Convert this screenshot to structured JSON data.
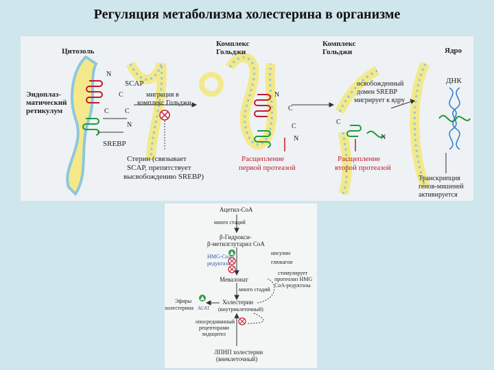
{
  "title": "Регуляция метаболизма холестерина в организме",
  "top_diagram": {
    "regions": {
      "cytosol": "Цитозоль",
      "golgi_1": [
        "Комплекс",
        "Гольджи"
      ],
      "golgi_2": [
        "Комплекс",
        "Гольджи"
      ],
      "nucleus": "Ядро"
    },
    "er_label": [
      "Эндоплаз-",
      "матический",
      "ретикулум"
    ],
    "scap": "SCAP",
    "srebp": "SREBP",
    "dna": "ДНК",
    "n": "N",
    "c": "C",
    "migration": [
      "миграция в",
      "комплекс Гольджи"
    ],
    "sterol_note": [
      "Стерин (связывает",
      "SCAP, препятствует",
      "высвобождению SREBP)"
    ],
    "protease1": [
      "Расщепление",
      "первой протеазой"
    ],
    "protease2": [
      "Расщепление",
      "второй протеазой"
    ],
    "release": [
      "освобожденный",
      "домен SREBP",
      "мигрирует к ядру"
    ],
    "transcription": [
      "Транскрипция",
      "генов-мишеней",
      "активируется"
    ]
  },
  "bottom_diagram": {
    "acetyl": "Ацетил-CoA",
    "steps1": "много стадий",
    "hmg": [
      "β-Гидрокси-",
      "β-метилглутарил CoA"
    ],
    "reductase": [
      "HMG-CoA-",
      "редуктаза"
    ],
    "insulin": "инсулин",
    "glucagon": "глюкагон",
    "stimulates": [
      "стимулирует",
      "протеолиз HMG",
      "CoA-редуктазы"
    ],
    "mevalonate": "Мевалонат",
    "steps2": "много стадий",
    "esters": [
      "Эфиры",
      "холестерина"
    ],
    "acat": "АСАТ",
    "cholesterol": [
      "Холестерин",
      "(внутриклеточный)"
    ],
    "receptors": [
      "опосредованный",
      "рецепторами",
      "эндоцитоз"
    ],
    "ldl": [
      "ЛПНП холестерин",
      "(внеклеточный)"
    ]
  }
}
